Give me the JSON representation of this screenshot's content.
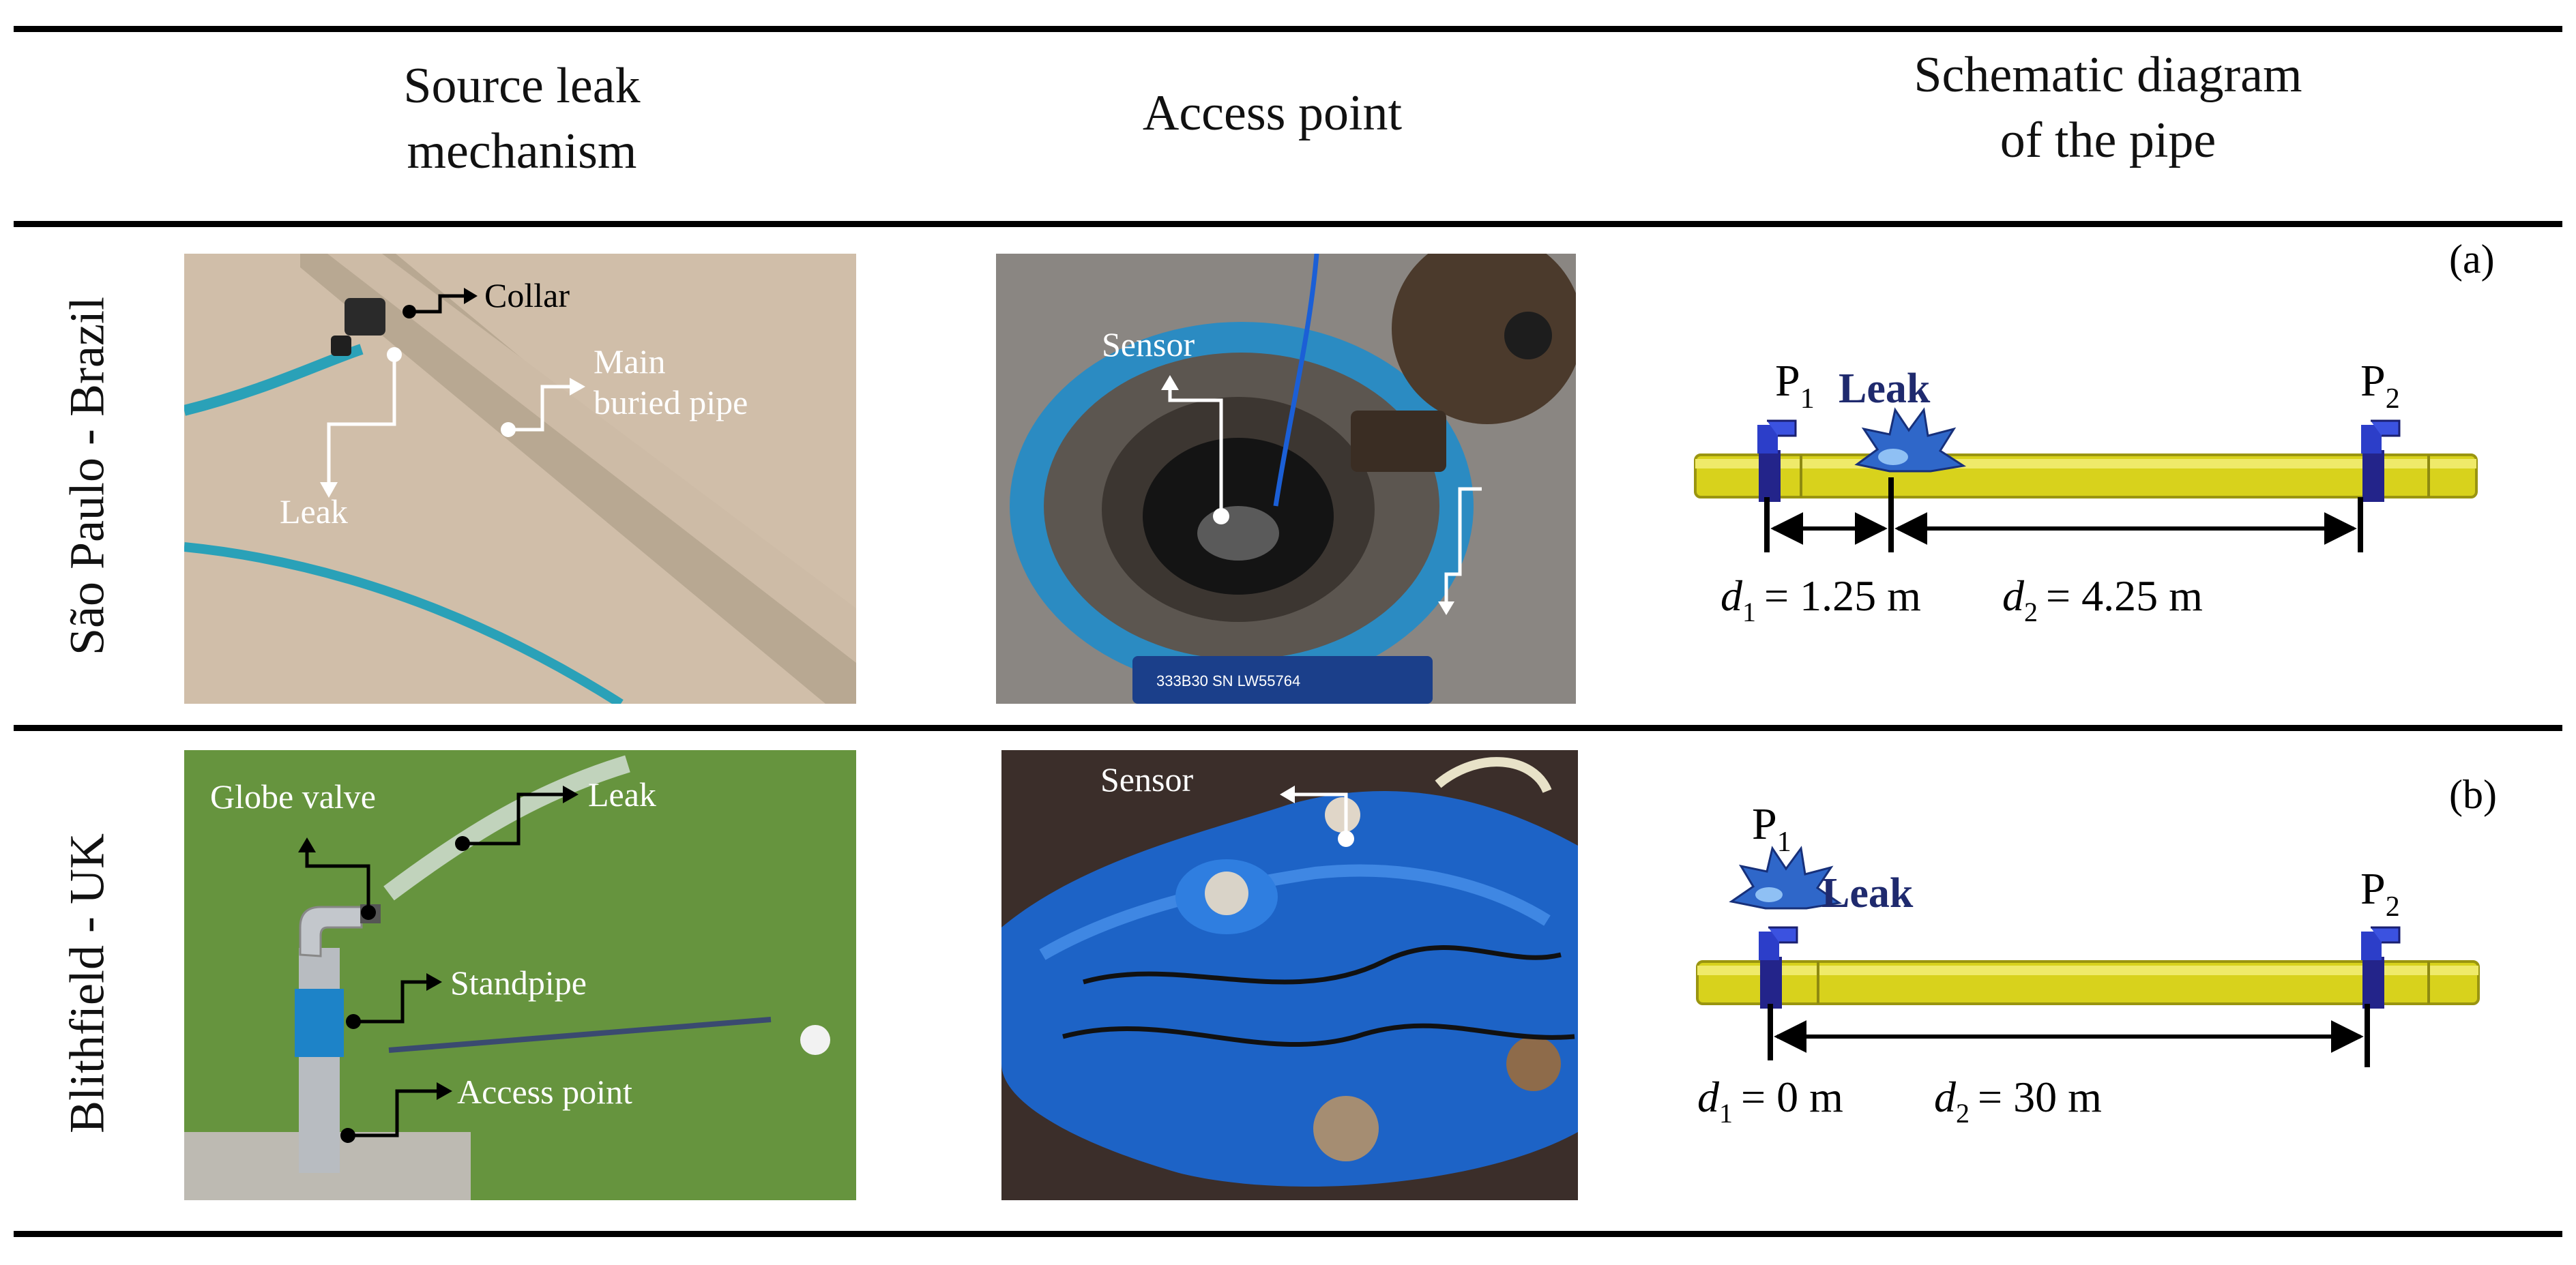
{
  "headers": {
    "col1": [
      "Source leak",
      "mechanism"
    ],
    "col2": "Access point",
    "col3": [
      "Schematic diagram",
      "of the pipe"
    ]
  },
  "rows": [
    {
      "location": "São Paulo - Brazil",
      "panel": "(a)",
      "source_labels": {
        "collar": "Collar",
        "main_pipe": [
          "Main",
          "buried pipe"
        ],
        "leak": "Leak"
      },
      "access_labels": {
        "sensor": "Sensor",
        "device_text": "333B30 SN LW55764"
      },
      "schematic": {
        "p1": "P",
        "p1_sub": "1",
        "p2": "P",
        "p2_sub": "2",
        "leak": "Leak",
        "d1_sym": "d",
        "d1_sub": "1",
        "d1_val": "= 1.25 m",
        "d2_sym": "d",
        "d2_sub": "2",
        "d2_val": "= 4.25 m",
        "d1_m": 1.25,
        "d2_m": 4.25
      }
    },
    {
      "location": "Blithfield - UK",
      "panel": "(b)",
      "source_labels": {
        "globe_valve": "Globe valve",
        "leak": "Leak",
        "standpipe": "Standpipe",
        "access_point": "Access point"
      },
      "access_labels": {
        "sensor": "Sensor"
      },
      "schematic": {
        "p1": "P",
        "p1_sub": "1",
        "p2": "P",
        "p2_sub": "2",
        "leak": "Leak",
        "d1_sym": "d",
        "d1_sub": "1",
        "d1_val": "= 0 m",
        "d2_sym": "d",
        "d2_sub": "2",
        "d2_val": "= 30 m",
        "d1_m": 0,
        "d2_m": 30
      }
    }
  ],
  "colors": {
    "pipe": "#d8d21c",
    "valve": "#23248a",
    "leak_text": "#1f2a6e"
  }
}
